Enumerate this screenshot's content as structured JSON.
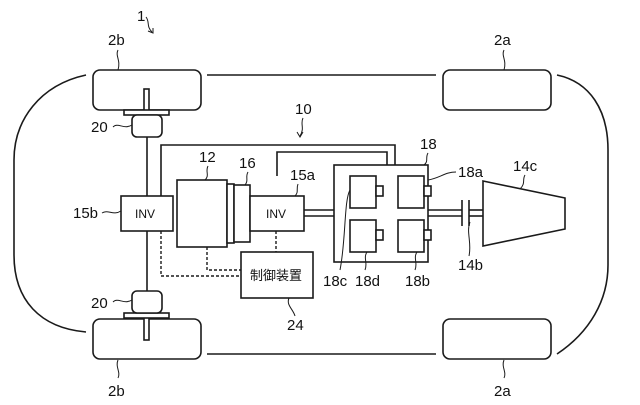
{
  "diagram": {
    "vehicle_ref": "1",
    "system_ref": "10",
    "wheels": {
      "front_left": "2a",
      "front_right": "2a",
      "rear_left": "2b",
      "rear_right": "2b"
    },
    "in_wheel_motor_top": "20",
    "in_wheel_motor_bottom": "20",
    "engine_ref": "12",
    "generator_ref": "16",
    "inverter_a_ref": "15a",
    "inverter_b_ref": "15b",
    "inverter_text": "INV",
    "battery_pack_ref": "18",
    "cell_refs": [
      "18a",
      "18b",
      "18c",
      "18d"
    ],
    "clutch_ref": "14b",
    "transmission_ref": "14c",
    "controller_ref": "24",
    "controller_text": "制御装置"
  }
}
